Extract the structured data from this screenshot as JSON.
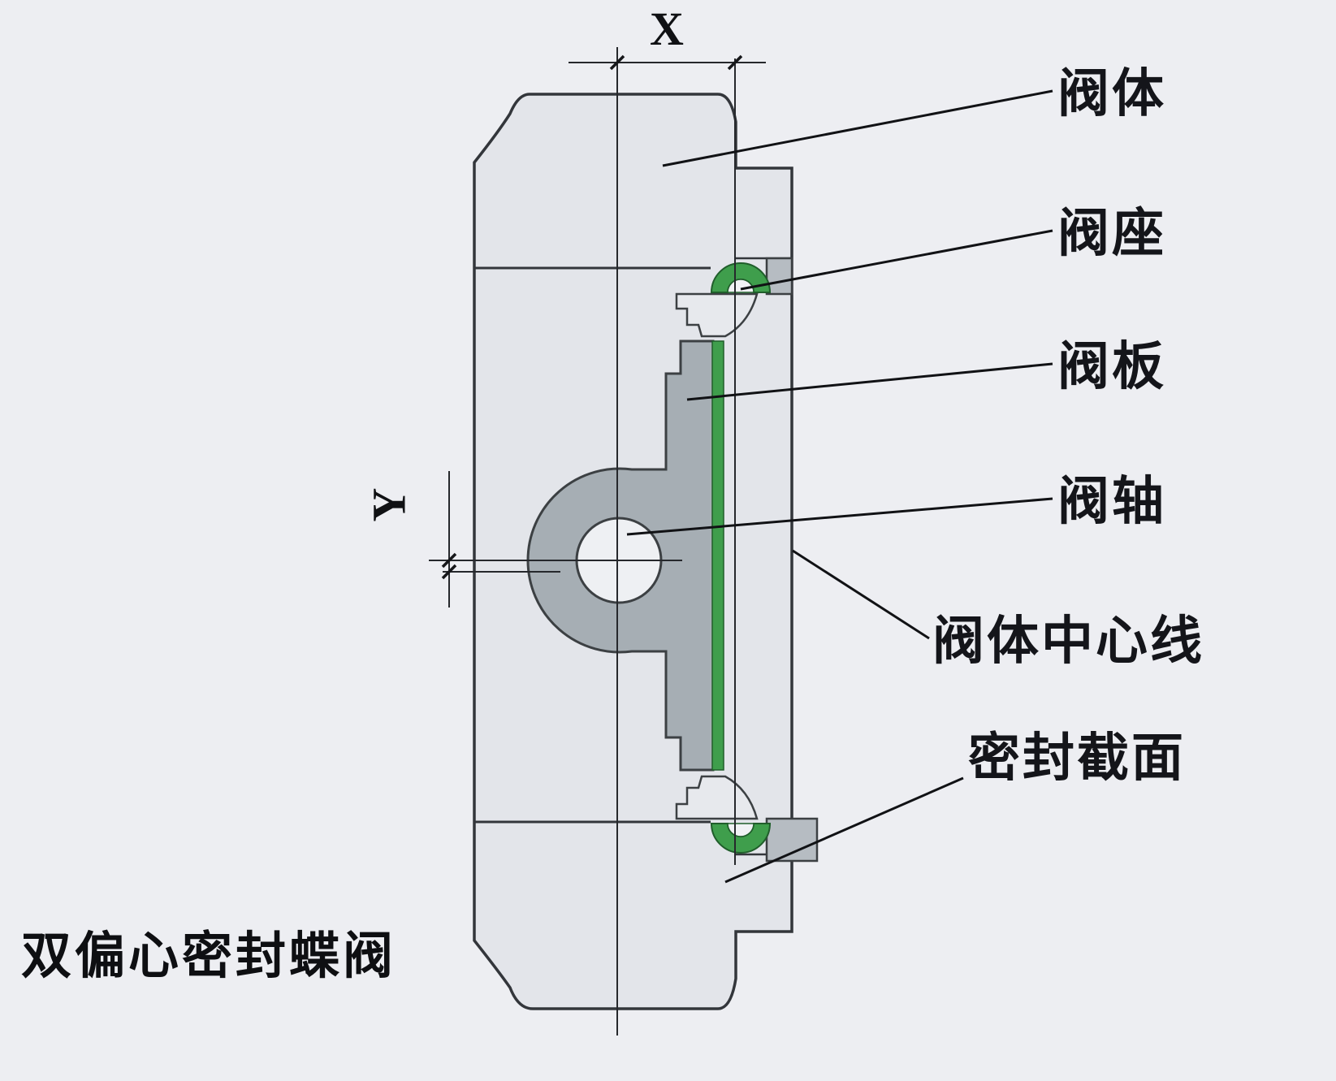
{
  "diagram": {
    "title": "双偏心密封蝶阀",
    "labels": {
      "valve_body": "阀体",
      "valve_seat": "阀座",
      "valve_plate": "阀板",
      "valve_shaft": "阀轴",
      "body_centerline": "阀体中心线",
      "sealing_section": "密封截面"
    },
    "dimensions": {
      "x": "X",
      "y": "Y"
    },
    "colors": {
      "background": "#edeef2",
      "body_fill": "#e3e5ea",
      "plate_fill": "#a6aeb4",
      "seat_green": "#3f9e4c",
      "gray_block": "#b6bcc2",
      "line": "#2e3136"
    }
  }
}
